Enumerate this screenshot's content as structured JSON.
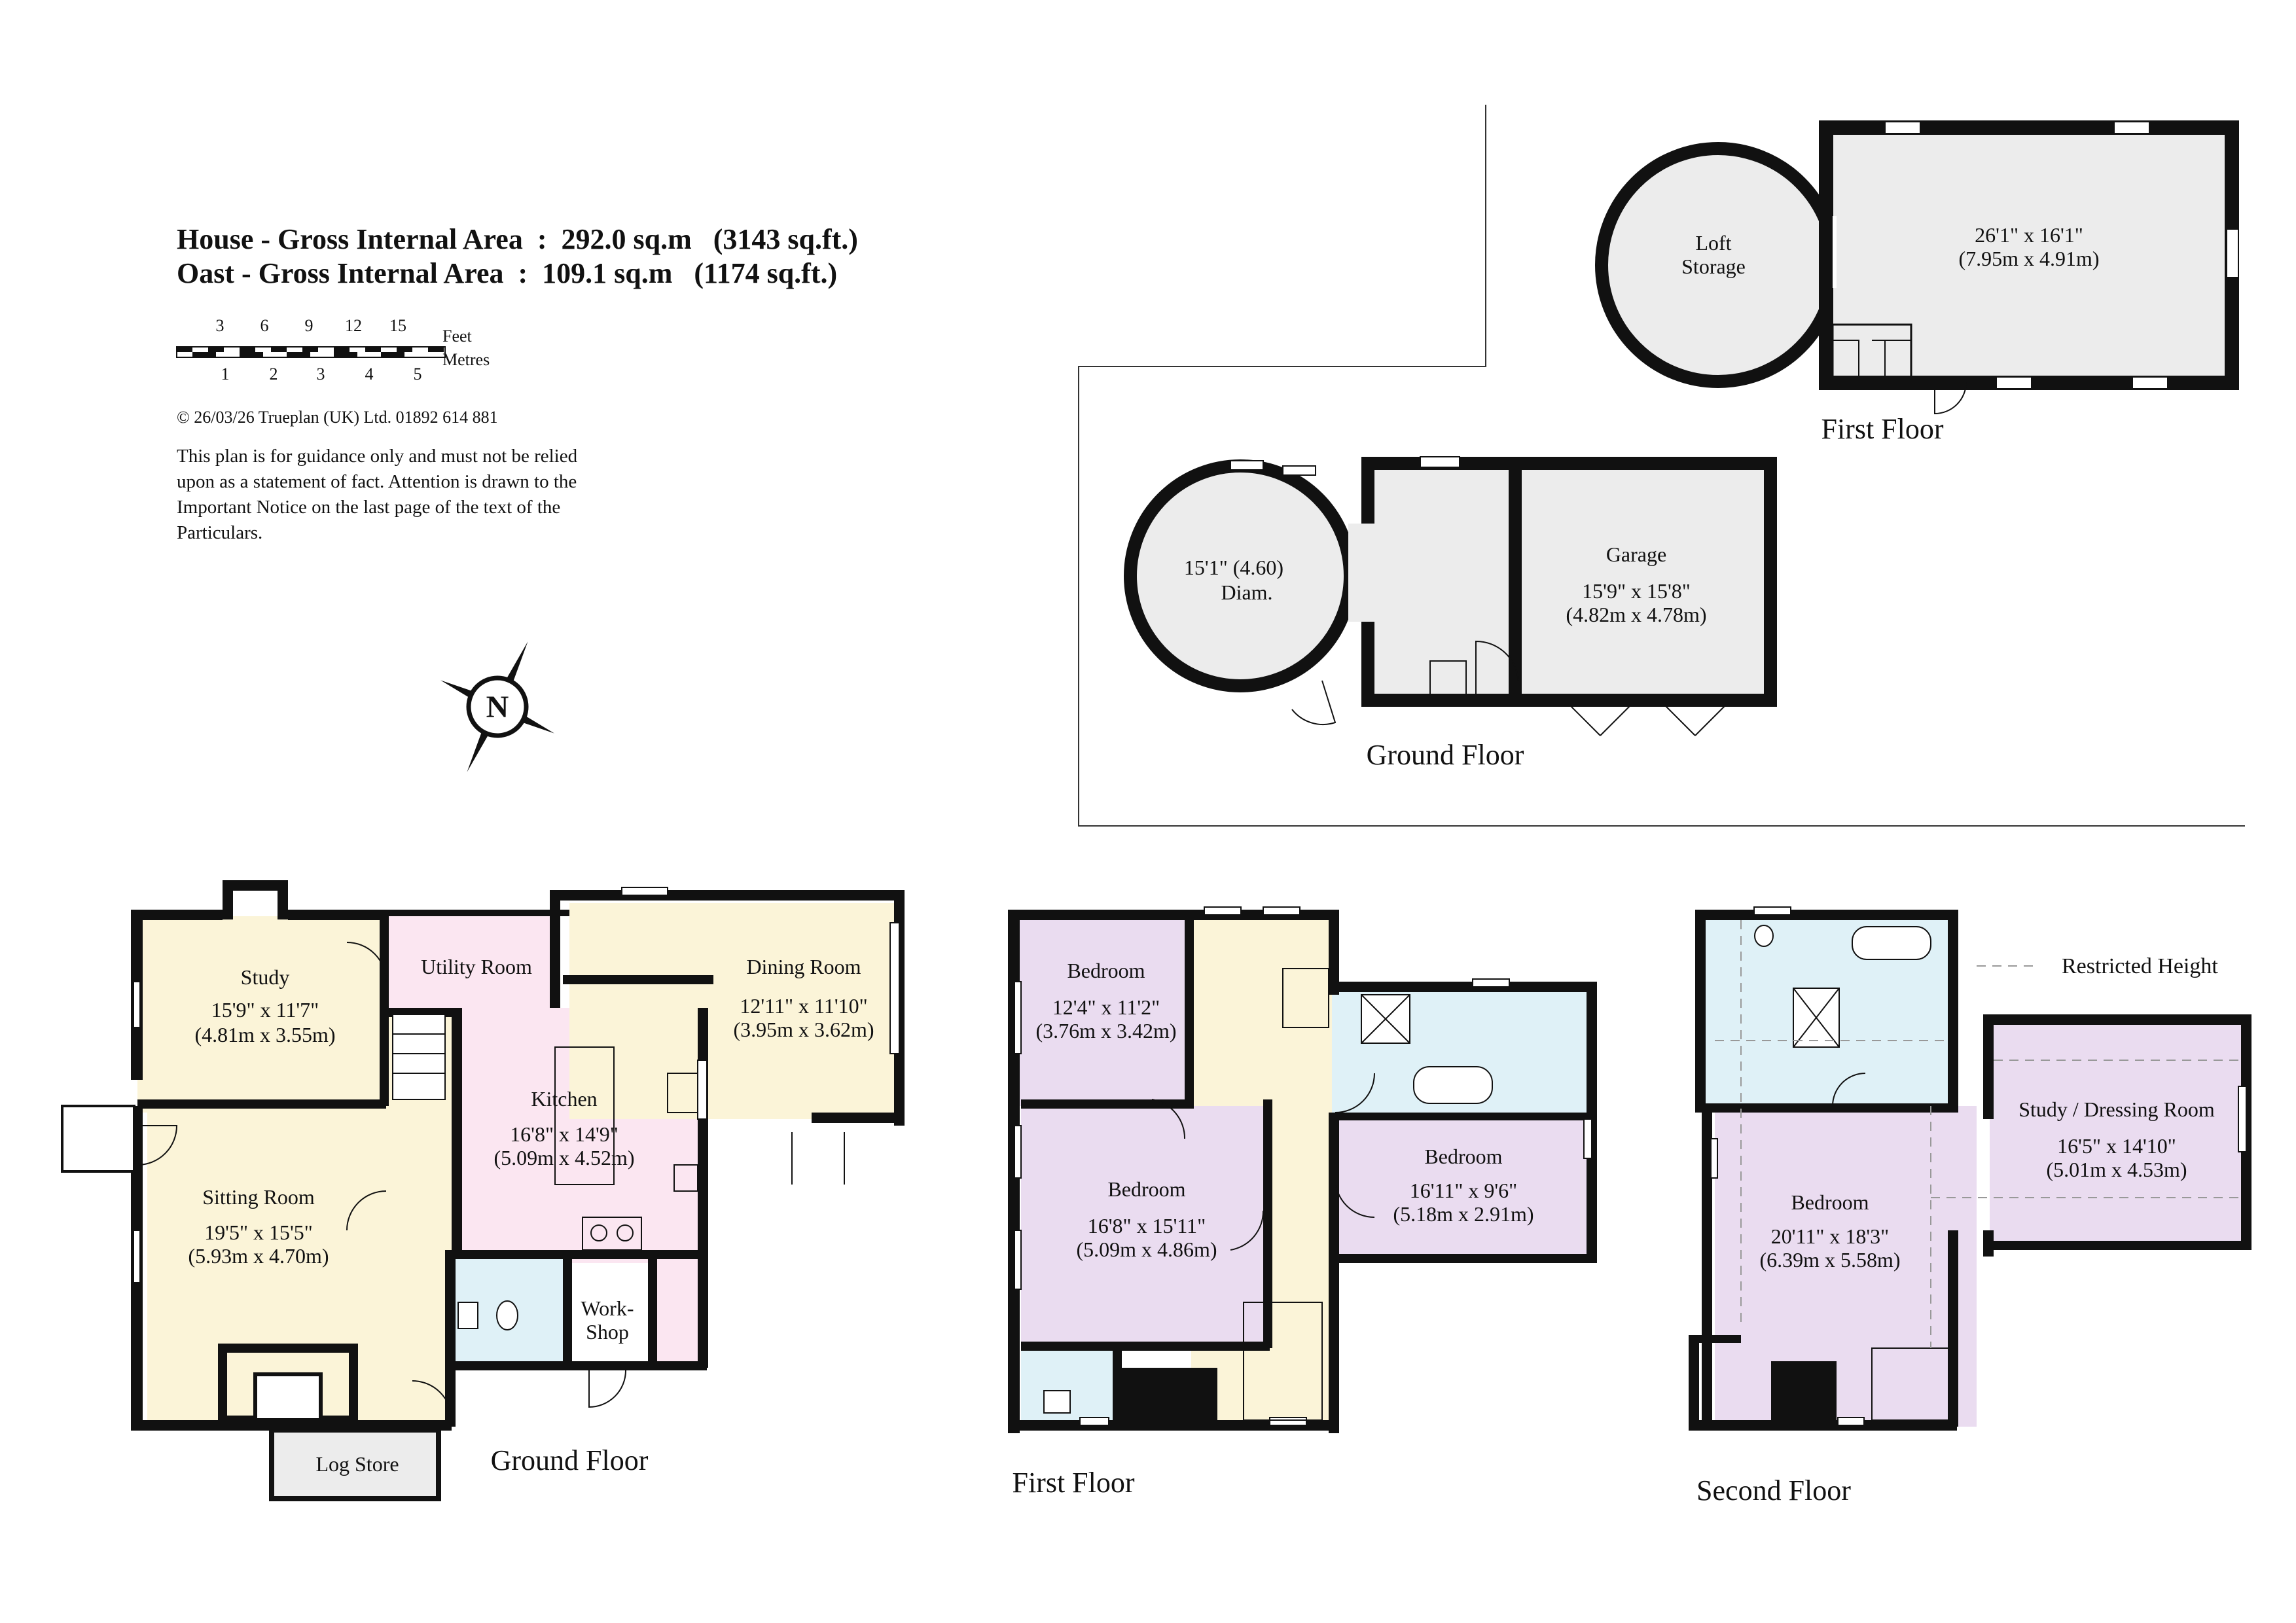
{
  "areas": {
    "house": "House - Gross Internal Area  :  292.0 sq.m   (3143 sq.ft.)",
    "oast": "Oast - Gross Internal Area  :  109.1 sq.m   (1174 sq.ft.)"
  },
  "scale": {
    "feet_ticks": [
      "3",
      "6",
      "9",
      "12",
      "15"
    ],
    "metre_ticks": [
      "1",
      "2",
      "3",
      "4",
      "5"
    ],
    "feet_label": "Feet",
    "metres_label": "Metres"
  },
  "copyright": "©  26/03/26  Trueplan  (UK) Ltd. 01892 614 881",
  "disclaimer": [
    "This plan is for guidance only and must not be relied",
    "upon as a statement of fact. Attention is drawn to the",
    "Important Notice on the last page of the text of the",
    "Particulars."
  ],
  "compass": "N",
  "colors": {
    "study_sitting": "#fbf4d8",
    "kitchen_utility": "#fbe6f1",
    "bedroom": "#eadcf0",
    "bathroom": "#dff1f7",
    "oast": "#ececec",
    "wall": "#111111"
  },
  "oast_first": {
    "floor_label": "First Floor",
    "loft_name": "Loft",
    "loft_name2": "Storage",
    "room_dim_ft": "26'1\"  x  16'1\"",
    "room_dim_m": "(7.95m  x  4.91m)"
  },
  "oast_ground": {
    "floor_label": "Ground Floor",
    "roundel_dim": "15'1\"  (4.60)",
    "roundel_diam": "Diam.",
    "garage_name": "Garage",
    "garage_ft": "15'9\"  x  15'8\"",
    "garage_m": "(4.82m  x  4.78m)"
  },
  "house_ground": {
    "floor_label": "Ground Floor",
    "study": {
      "name": "Study",
      "ft": "15'9\"  x  11'7\"",
      "m": "(4.81m  x  3.55m)"
    },
    "utility": {
      "name": "Utility Room"
    },
    "dining": {
      "name": "Dining Room",
      "ft": "12'11\"  x  11'10\"",
      "m": "(3.95m  x  3.62m)"
    },
    "kitchen": {
      "name": "Kitchen",
      "ft": "16'8\"  x  14'9\"",
      "m": "(5.09m  x  4.52m)"
    },
    "sitting": {
      "name": "Sitting Room",
      "ft": "19'5\"  x  15'5\"",
      "m": "(5.93m  x  4.70m)"
    },
    "workshop": {
      "name1": "Work-",
      "name2": "Shop"
    },
    "logstore": {
      "name": "Log Store"
    }
  },
  "house_first": {
    "floor_label": "First Floor",
    "bed1": {
      "name": "Bedroom",
      "ft": "12'4\"  x  11'2\"",
      "m": "(3.76m  x  3.42m)"
    },
    "bed2": {
      "name": "Bedroom",
      "ft": "16'8\"  x  15'11\"",
      "m": "(5.09m  x  4.86m)"
    },
    "bed3": {
      "name": "Bedroom",
      "ft": "16'11\"  x  9'6\"",
      "m": "(5.18m  x  2.91m)"
    }
  },
  "house_second": {
    "floor_label": "Second Floor",
    "restricted": "Restricted Height",
    "bed": {
      "name": "Bedroom",
      "ft": "20'11\"  x  18'3\"",
      "m": "(6.39m  x  5.58m)"
    },
    "study": {
      "name": "Study / Dressing Room",
      "ft": "16'5\"  x  14'10\"",
      "m": "(5.01m  x  4.53m)"
    }
  }
}
